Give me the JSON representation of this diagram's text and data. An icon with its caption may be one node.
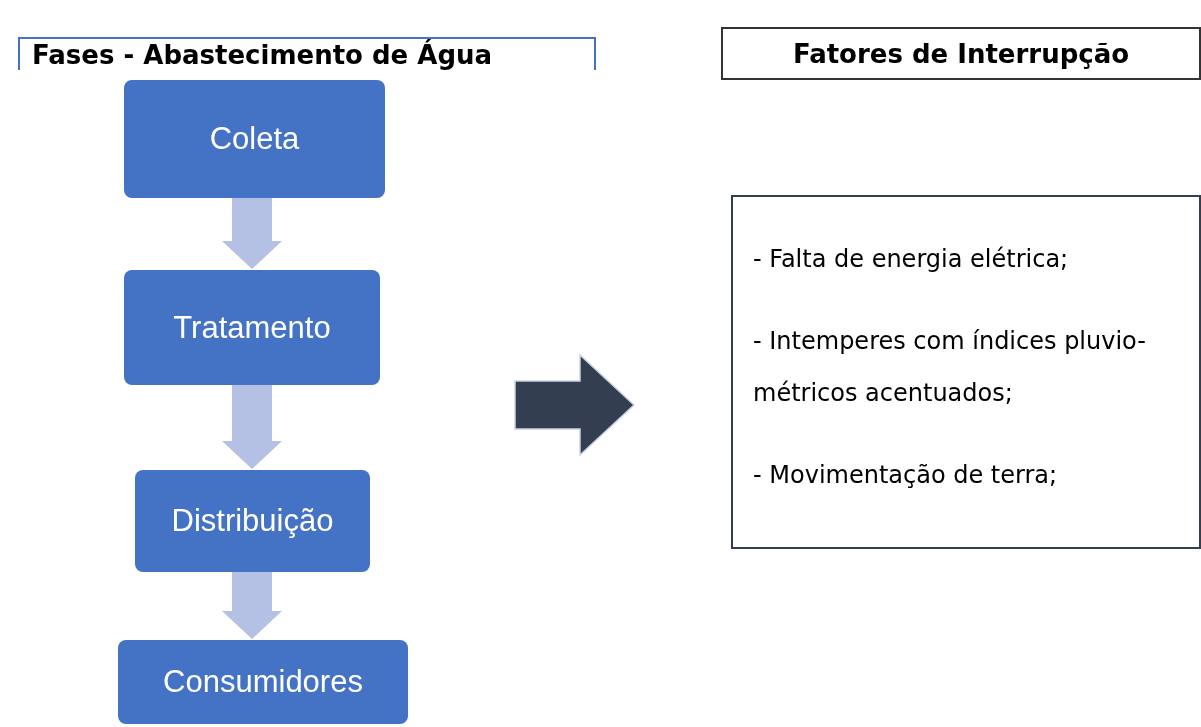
{
  "diagram": {
    "nodes": [
      {
        "text": [
          "Fases - Abastecimento de Água"
        ]
      },
      {
        "text": [
          "Coleta"
        ]
      },
      {
        "text": [
          "Tratamento"
        ]
      },
      {
        "text": [
          "Distribuição"
        ]
      },
      {
        "text": [
          "Consumidores"
        ]
      },
      {
        "text": [
          "Fatores de Interrupção"
        ]
      },
      {
        "text": [
          "- Falta de energia elétrica;",
          "- Intemperes com índices pluvio-métricos acentuados;",
          "- Movimentação de terra;"
        ]
      }
    ],
    "edges": [
      {
        "from": 1,
        "to": 2,
        "arrow": "to"
      },
      {
        "from": 2,
        "to": 3,
        "arrow": "to"
      },
      {
        "from": 3,
        "to": 4,
        "arrow": "to"
      }
    ]
  }
}
